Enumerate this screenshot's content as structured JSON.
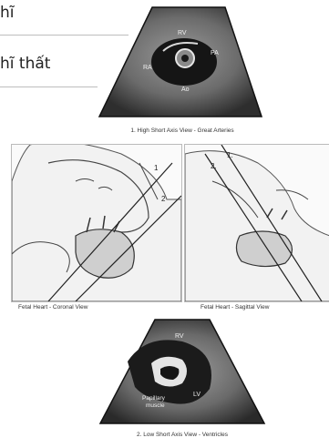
{
  "side_menu": {
    "item_1": "hĩ",
    "item_2": "hĩ thất"
  },
  "panels": {
    "great_arteries": {
      "caption": "1. High Short Axis View - Great Arteries",
      "labels": {
        "rv": "RV",
        "pa": "PA",
        "ra": "RA",
        "ao": "Ao"
      }
    },
    "coronal": {
      "caption": "Fetal Heart - Coronal View",
      "plane_labels": [
        "1",
        "2"
      ]
    },
    "sagittal": {
      "caption": "Fetal Heart - Sagittal View",
      "plane_labels": [
        "1.",
        "2."
      ]
    },
    "ventricles": {
      "caption": "2. Low Short Axis View - Ventricles",
      "labels": {
        "rv": "RV",
        "lv": "LV",
        "papillary_1": "Papillary",
        "papillary_2": "muscle"
      }
    }
  }
}
